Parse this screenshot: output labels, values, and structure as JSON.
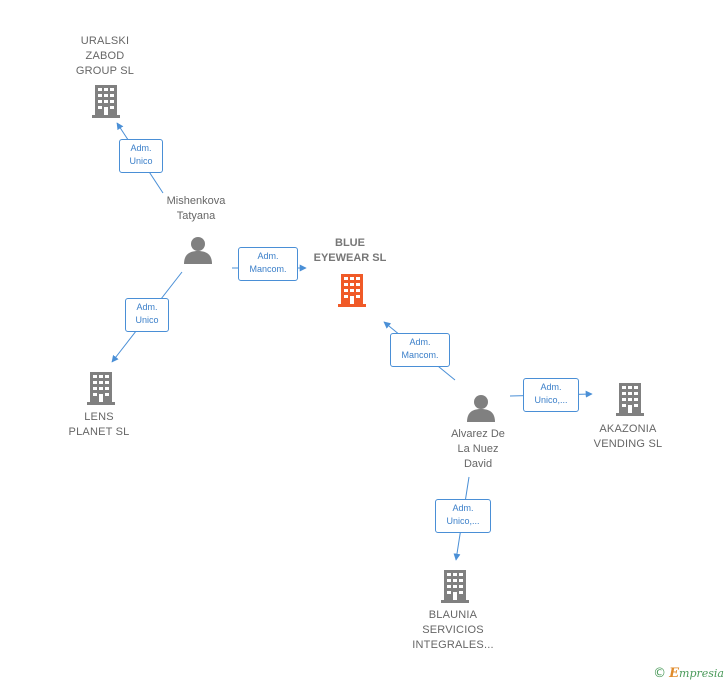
{
  "nodes": {
    "uralski": {
      "type": "company",
      "lines": [
        "URALSKI",
        "ZABOD",
        "GROUP  SL"
      ],
      "color": "#808080"
    },
    "blue_eyewear": {
      "type": "company",
      "lines": [
        "BLUE",
        "EYEWEAR  SL"
      ],
      "color": "#f05a28",
      "central": true
    },
    "lens_planet": {
      "type": "company",
      "lines": [
        "LENS",
        "PLANET SL"
      ],
      "color": "#808080"
    },
    "akazonia": {
      "type": "company",
      "lines": [
        "AKAZONIA",
        "VENDING  SL"
      ],
      "color": "#808080"
    },
    "blaunia": {
      "type": "company",
      "lines": [
        "BLAUNIA",
        "SERVICIOS",
        "INTEGRALES..."
      ],
      "color": "#808080"
    },
    "mishenkova": {
      "type": "person",
      "lines": [
        "Mishenkova",
        "Tatyana"
      ],
      "color": "#808080"
    },
    "alvarez": {
      "type": "person",
      "lines": [
        "Alvarez De",
        "La Nuez",
        "David"
      ],
      "color": "#808080"
    }
  },
  "edges": [
    {
      "id": "mish-uralski",
      "lines": [
        "Adm.",
        "Unico"
      ]
    },
    {
      "id": "mish-blue",
      "lines": [
        "Adm.",
        "Mancom."
      ]
    },
    {
      "id": "mish-lens",
      "lines": [
        "Adm.",
        "Unico"
      ]
    },
    {
      "id": "alv-blue",
      "lines": [
        "Adm.",
        "Mancom."
      ]
    },
    {
      "id": "alv-akazonia",
      "lines": [
        "Adm.",
        "Unico,..."
      ]
    },
    {
      "id": "alv-blaunia",
      "lines": [
        "Adm.",
        "Unico,..."
      ]
    }
  ],
  "colors": {
    "edge": "#4a8fd6",
    "edge_text": "#3b7fc9",
    "company": "#808080",
    "central": "#f05a28",
    "person": "#808080"
  },
  "footer": {
    "copyright": "©",
    "brand_initial": "E",
    "brand_rest": "mpresia"
  }
}
